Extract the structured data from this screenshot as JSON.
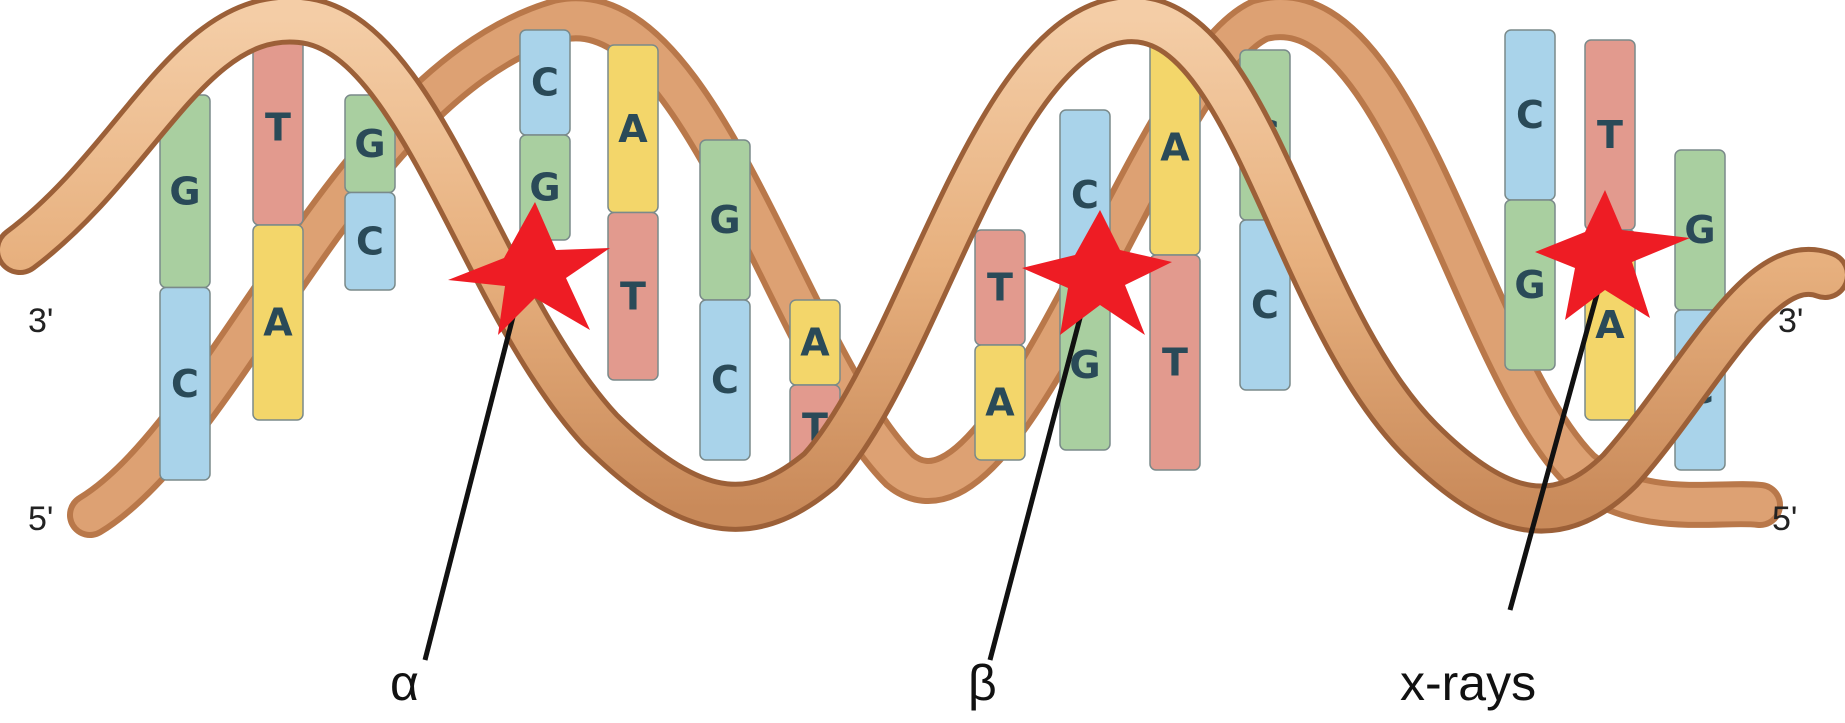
{
  "strand_ends": {
    "left_top": "3'",
    "left_bottom": "5'",
    "right_top": "3'",
    "right_bottom": "5'"
  },
  "radiation_labels": {
    "alpha": "α",
    "beta": "β",
    "xrays": "x-rays"
  },
  "base_pairs": [
    {
      "top": "G",
      "bottom": "C"
    },
    {
      "top": "T",
      "bottom": "A"
    },
    {
      "top": "G",
      "bottom": "C"
    },
    {
      "top": "C",
      "bottom": "G"
    },
    {
      "top": "A",
      "bottom": "T"
    },
    {
      "top": "G",
      "bottom": "C"
    },
    {
      "top": "A",
      "bottom": "T"
    },
    {
      "top": "T",
      "bottom": "A"
    },
    {
      "top": "C",
      "bottom": "G"
    },
    {
      "top": "A",
      "bottom": "T"
    },
    {
      "top": "G",
      "bottom": "C"
    },
    {
      "top": "C",
      "bottom": "G"
    },
    {
      "top": "T",
      "bottom": "A"
    },
    {
      "top": "G",
      "bottom": "C"
    }
  ],
  "colors": {
    "backbone": "#e7b07e",
    "backbone_dark": "#b9784a",
    "A": "#f3d66a",
    "T": "#e29a8e",
    "G": "#a9cfa0",
    "C": "#a9d3ea",
    "damage_star": "#ee1c24"
  }
}
